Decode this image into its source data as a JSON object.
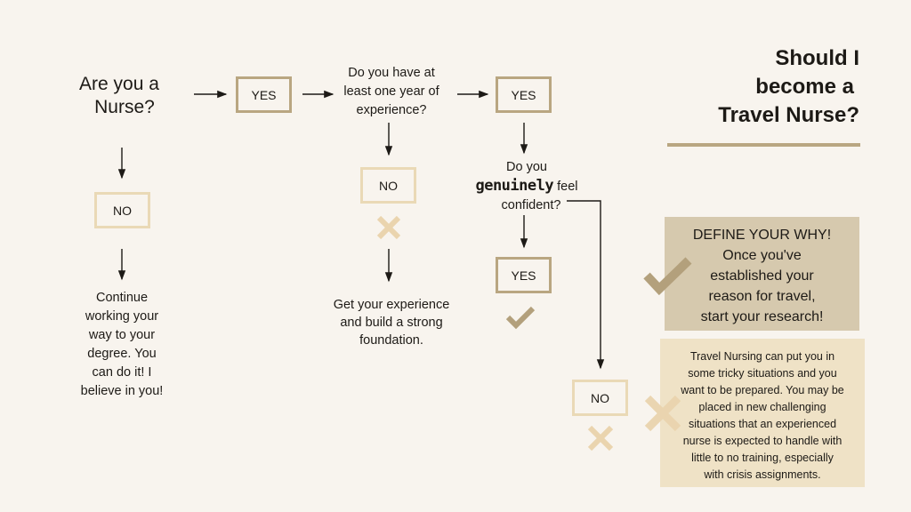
{
  "title": "Should I become a Travel Nurse?",
  "title_lines": [
    "Should I",
    "become a",
    "Travel Nurse?"
  ],
  "q1": "Are you a Nurse?",
  "q1_lines": [
    "Are you a",
    "Nurse?"
  ],
  "q2_lines": [
    "Do you have at",
    "least one year of",
    "experience?"
  ],
  "q3": {
    "line1": "Do you",
    "emph": "genuinely",
    "after_emph": " feel",
    "line3": "confident?"
  },
  "labels": {
    "yes": "YES",
    "no": "NO"
  },
  "outcome_no_nurse": [
    "Continue",
    "working your",
    "way to your",
    "degree. You",
    "can do it! I",
    "believe in you!"
  ],
  "outcome_no_experience": [
    "Get your experience",
    "and build a strong",
    "foundation."
  ],
  "define_why": [
    "DEFINE YOUR WHY!",
    "Once you've",
    "established your",
    "reason for travel,",
    "start your research!"
  ],
  "warning": [
    "Travel Nursing can put you in",
    "some tricky situations and you",
    "want to be prepared. You may be",
    "placed in new challenging",
    "situations that an experienced",
    "nurse is expected to handle with",
    "little to no training, especially",
    "with crisis assignments."
  ],
  "colors": {
    "background": "#f8f4ee",
    "yes_border": "#b9a681",
    "no_border": "#ead9b6",
    "check": "#b3a07c",
    "cross": "#ead4ae",
    "define_bg": "#d6c9ae",
    "warning_bg": "#efe2c6"
  }
}
